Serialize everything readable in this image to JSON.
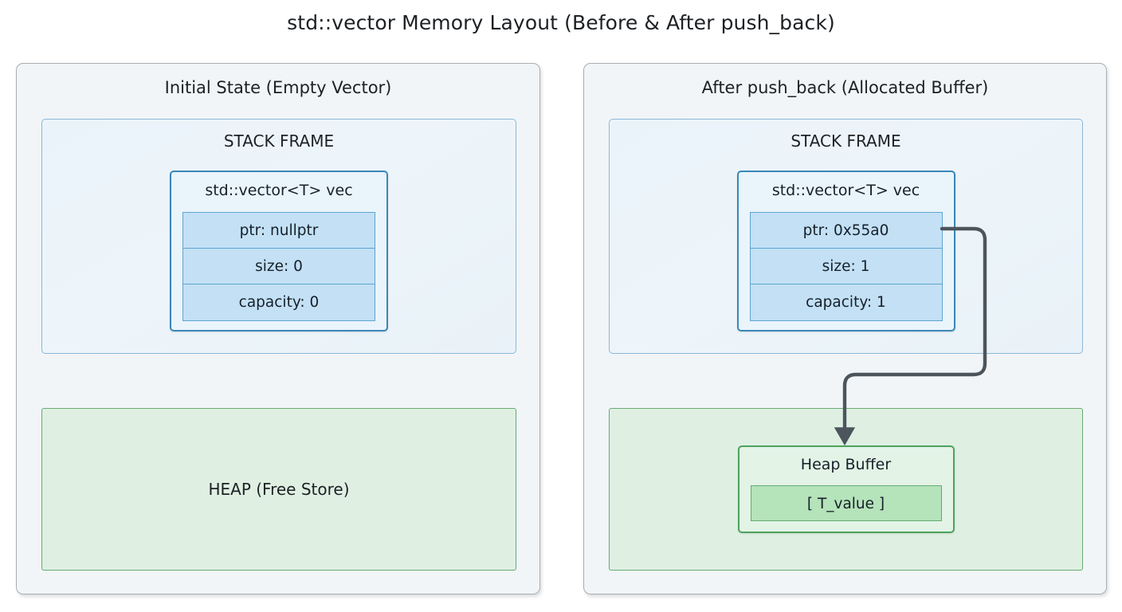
{
  "title": "std::vector Memory Layout (Before & After push_back)",
  "colors": {
    "page_background": "#ffffff",
    "panel_background": "#f1f5f7",
    "panel_border": "#a8aeb3",
    "stack_fill": "#eaf3fa",
    "stack_border": "#8cb8d8",
    "vec_border": "#3a87b8",
    "vec_field_fill": "#c3e0f5",
    "heap_fill": "#dff0e3",
    "heap_border": "#67ab72",
    "heap_buffer_border": "#4da35c",
    "heap_slot_fill": "#b5e3ba",
    "arrow": "#4c555c"
  },
  "panels": [
    {
      "id": "initial-state",
      "title": "Initial State (Empty Vector)",
      "stack": {
        "label": "STACK FRAME",
        "vector": {
          "title": "std::vector<T> vec",
          "fields": [
            {
              "label": "ptr: nullptr"
            },
            {
              "label": "size: 0"
            },
            {
              "label": "capacity: 0"
            }
          ]
        }
      },
      "heap": {
        "label": "HEAP (Free Store)",
        "buffer": null
      }
    },
    {
      "id": "after-push-back",
      "title": "After push_back (Allocated Buffer)",
      "stack": {
        "label": "STACK FRAME",
        "vector": {
          "title": "std::vector<T> vec",
          "fields": [
            {
              "label": "ptr: 0x55a0"
            },
            {
              "label": "size: 1"
            },
            {
              "label": "capacity: 1"
            }
          ]
        }
      },
      "heap": {
        "label": "",
        "buffer": {
          "title": "Heap Buffer",
          "slot": "[ T_value ]"
        }
      }
    }
  ],
  "arrow": {
    "name": "ptr-to-heap-buffer-arrow",
    "from": "ptr: 0x55a0",
    "to": "Heap Buffer"
  }
}
